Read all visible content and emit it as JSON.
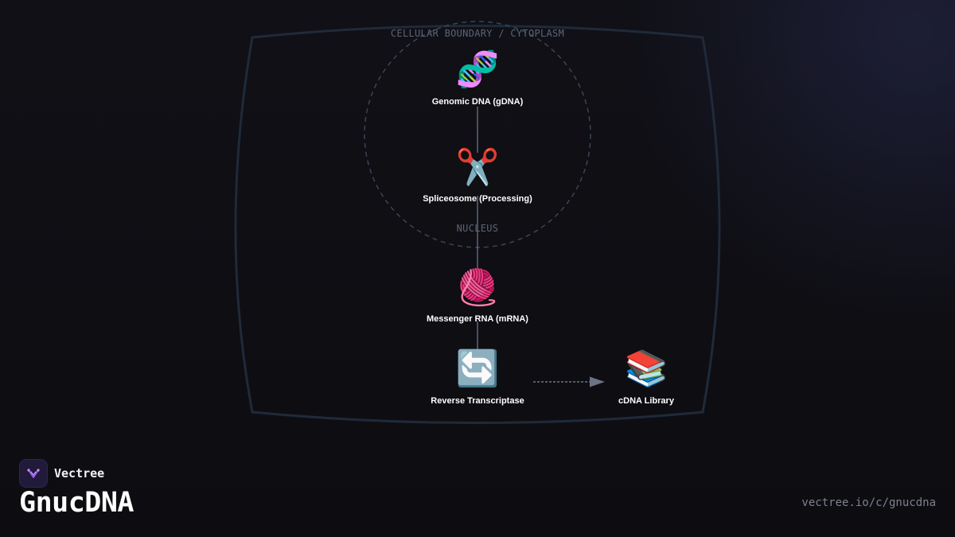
{
  "regions": {
    "cell": "CELLULAR BOUNDARY / CYTOPLASM",
    "nucleus": "NUCLEUS"
  },
  "nodes": [
    {
      "id": "gdna",
      "label": "Genomic DNA (gDNA)",
      "icon": "dna-icon",
      "glyph": "🧬"
    },
    {
      "id": "spliceosome",
      "label": "Spliceosome (Processing)",
      "icon": "scissors-icon",
      "glyph": "✂️"
    },
    {
      "id": "mrna",
      "label": "Messenger RNA (mRNA)",
      "icon": "yarn-icon",
      "glyph": "🧶"
    },
    {
      "id": "rt",
      "label": "Reverse Transcriptase",
      "icon": "cycle-arrows-icon",
      "glyph": "🔄"
    },
    {
      "id": "cdna",
      "label": "cDNA Library",
      "icon": "books-icon",
      "glyph": "📚"
    }
  ],
  "edges": [
    {
      "from": "gdna",
      "to": "spliceosome",
      "style": "solid"
    },
    {
      "from": "spliceosome",
      "to": "mrna",
      "style": "solid"
    },
    {
      "from": "mrna",
      "to": "rt",
      "style": "solid"
    },
    {
      "from": "rt",
      "to": "cdna",
      "style": "dashed-arrow"
    }
  ],
  "brand": {
    "name": "Vectree"
  },
  "title": "GnucDNA",
  "url": "vectree.io/c/gnucdna",
  "colors": {
    "background": "#0e0e12",
    "boundary": "#1f2a3a",
    "nucleus": "#3a4556",
    "edge": "#6b7385",
    "region_label": "#5b6578",
    "logo_accent": "#a25cff"
  }
}
